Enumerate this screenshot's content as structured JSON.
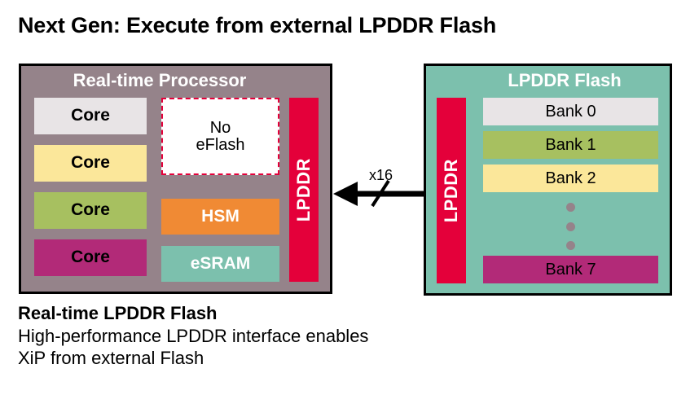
{
  "slide": {
    "title": "Next Gen: Execute from external LPDDR Flash"
  },
  "processor": {
    "title": "Real-time Processor",
    "block_color": "#95838a",
    "cores": [
      {
        "label": "Core",
        "color": "#e8e4e6"
      },
      {
        "label": "Core",
        "color": "#fbe79a"
      },
      {
        "label": "Core",
        "color": "#a7c060"
      },
      {
        "label": "Core",
        "color": "#b22a78"
      }
    ],
    "no_eflash": {
      "line1": "No",
      "line2": "eFlash",
      "border_color": "#e4003a",
      "fill_color": "#ffffff"
    },
    "hsm": {
      "label": "HSM",
      "color": "#f08a34"
    },
    "esram": {
      "label": "eSRAM",
      "color": "#7cc0ad"
    },
    "lpddr": {
      "label": "LPDDR",
      "color": "#e4003a"
    }
  },
  "bus": {
    "width_label": "x16",
    "direction": "left"
  },
  "flash": {
    "title": "LPDDR Flash",
    "block_color": "#7cc0ad",
    "lpddr": {
      "label": "LPDDR",
      "color": "#e4003a"
    },
    "banks": [
      {
        "label": "Bank 0",
        "color": "#e8e4e6"
      },
      {
        "label": "Bank 1",
        "color": "#a7c060"
      },
      {
        "label": "Bank 2",
        "color": "#fbe79a"
      }
    ],
    "ellipsis_dot_color": "#95838a",
    "last_bank": {
      "label": "Bank 7",
      "color": "#b22a78"
    }
  },
  "caption": {
    "heading": "Real-time LPDDR Flash",
    "line1": "High-performance LPDDR interface enables",
    "line2": "XiP from external Flash"
  }
}
